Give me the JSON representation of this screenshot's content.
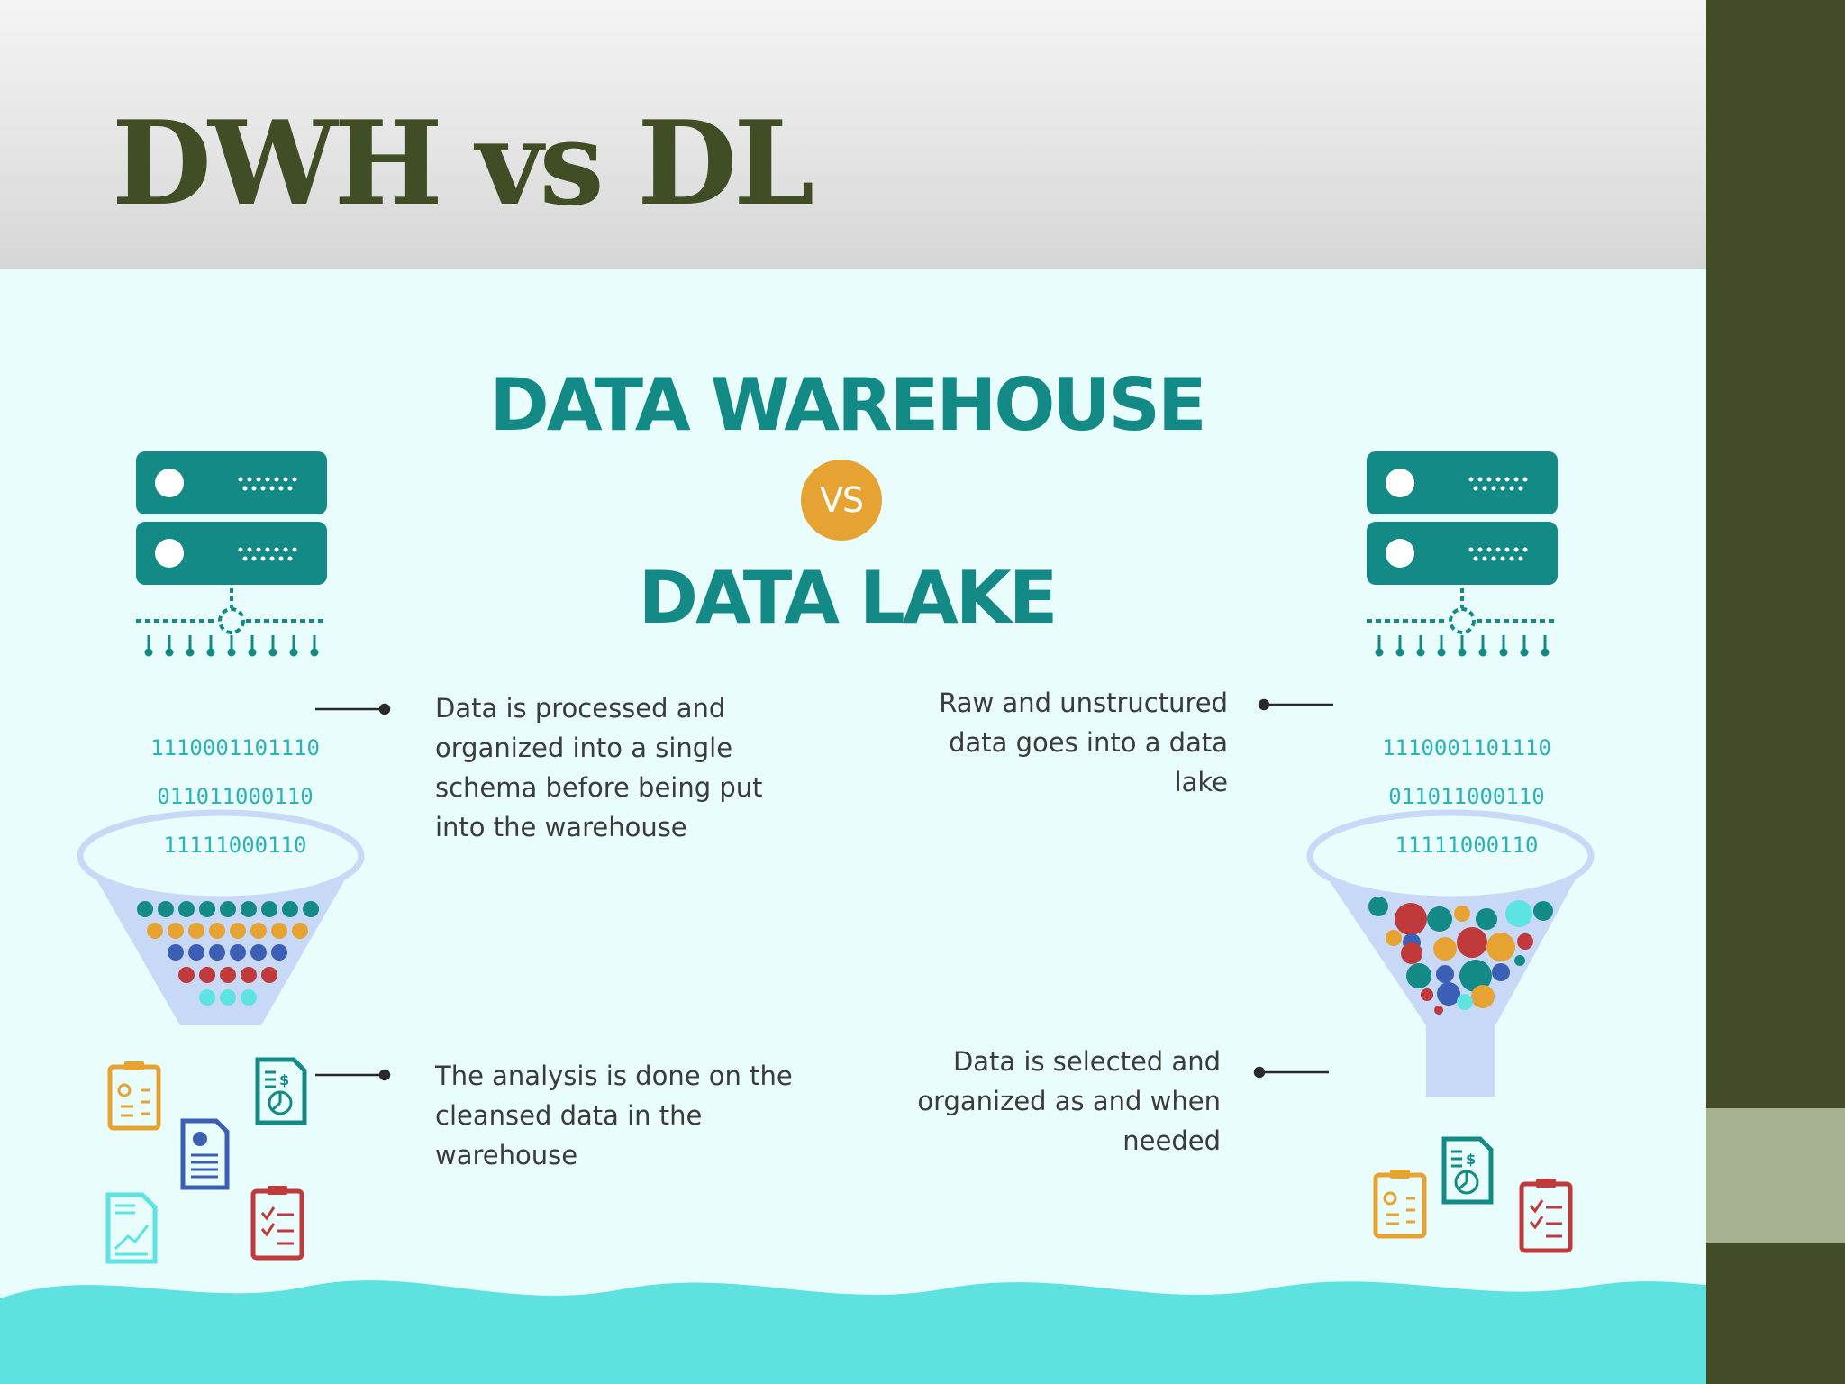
{
  "slide": {
    "title": "DWH vs DL"
  },
  "infographic": {
    "heading_top": "DATA WAREHOUSE",
    "vs_label": "VS",
    "heading_bottom": "DATA LAKE",
    "warehouse": {
      "binary_lines": [
        "1110001101110",
        "011011000110",
        "11111000110"
      ],
      "description_1": "Data is processed and organized into a single schema before being put into the warehouse",
      "description_2": "The analysis is done on the cleansed data in the warehouse"
    },
    "lake": {
      "binary_lines": [
        "1110001101110",
        "011011000110",
        "11111000110"
      ],
      "description_1": "Raw and unstructured data goes into a data lake",
      "description_2": "Data is selected and organized as and when needed"
    }
  },
  "colors": {
    "title": "#414d24",
    "teal": "#138a86",
    "accent_orange": "#e7a331",
    "red": "#c0393b",
    "blue": "#3b5fb5",
    "cyan": "#5de3e2",
    "band_dark": "#424c26",
    "band_light": "#a6b292",
    "background": "#e8fdfc"
  },
  "icons": [
    "server-icon",
    "funnel-icon",
    "report-icon",
    "document-icon",
    "chart-doc-icon",
    "checklist-icon",
    "finance-doc-icon"
  ]
}
